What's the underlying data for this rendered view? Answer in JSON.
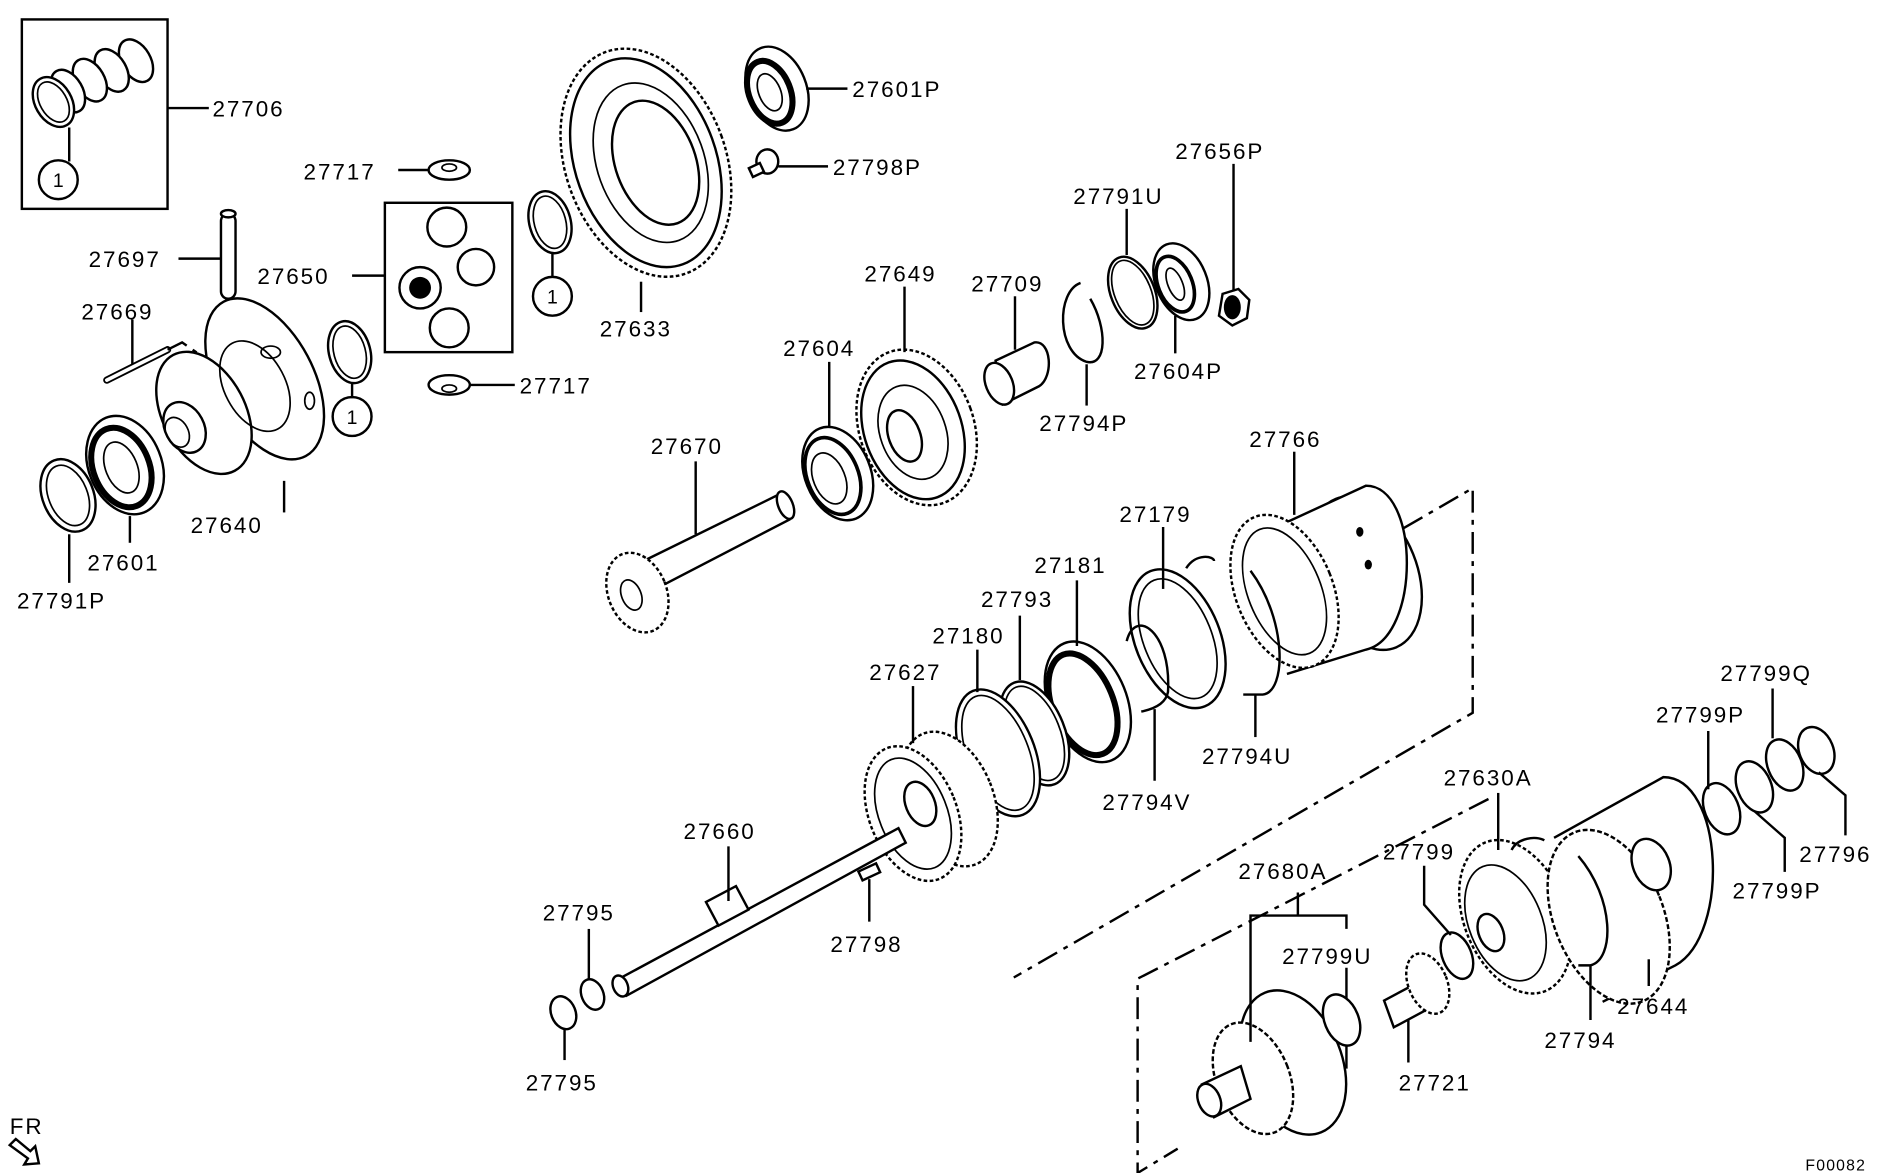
{
  "diagram": {
    "type": "exploded-parts-diagram",
    "subject": "Transaxle gears / differential",
    "figure_code": "F00082",
    "direction_indicator": "FR",
    "reference_callout": "1",
    "parts": [
      {
        "id": "p27706",
        "number": "27706"
      },
      {
        "id": "p27717a",
        "number": "27717"
      },
      {
        "id": "p27717b",
        "number": "27717"
      },
      {
        "id": "p27697",
        "number": "27697"
      },
      {
        "id": "p27650",
        "number": "27650"
      },
      {
        "id": "p27669",
        "number": "27669"
      },
      {
        "id": "p27601P",
        "number": "27601P"
      },
      {
        "id": "p27798P",
        "number": "27798P"
      },
      {
        "id": "p27633",
        "number": "27633"
      },
      {
        "id": "p27656P",
        "number": "27656P"
      },
      {
        "id": "p27791U",
        "number": "27791U"
      },
      {
        "id": "p27649",
        "number": "27649"
      },
      {
        "id": "p27709",
        "number": "27709"
      },
      {
        "id": "p27604",
        "number": "27604"
      },
      {
        "id": "p27604P",
        "number": "27604P"
      },
      {
        "id": "p27794P",
        "number": "27794P"
      },
      {
        "id": "p27670",
        "number": "27670"
      },
      {
        "id": "p27640",
        "number": "27640"
      },
      {
        "id": "p27601",
        "number": "27601"
      },
      {
        "id": "p27791P",
        "number": "27791P"
      },
      {
        "id": "p27766",
        "number": "27766"
      },
      {
        "id": "p27179",
        "number": "27179"
      },
      {
        "id": "p27181",
        "number": "27181"
      },
      {
        "id": "p27793",
        "number": "27793"
      },
      {
        "id": "p27180",
        "number": "27180"
      },
      {
        "id": "p27627",
        "number": "27627"
      },
      {
        "id": "p27794U",
        "number": "27794U"
      },
      {
        "id": "p27794V",
        "number": "27794V"
      },
      {
        "id": "p27799Q",
        "number": "27799Q"
      },
      {
        "id": "p27799Pa",
        "number": "27799P"
      },
      {
        "id": "p27796",
        "number": "27796"
      },
      {
        "id": "p27799Pb",
        "number": "27799P"
      },
      {
        "id": "p27630A",
        "number": "27630A"
      },
      {
        "id": "p27660",
        "number": "27660"
      },
      {
        "id": "p27799",
        "number": "27799"
      },
      {
        "id": "p27680A",
        "number": "27680A"
      },
      {
        "id": "p27799U",
        "number": "27799U"
      },
      {
        "id": "p27795a",
        "number": "27795"
      },
      {
        "id": "p27798",
        "number": "27798"
      },
      {
        "id": "p27644",
        "number": "27644"
      },
      {
        "id": "p27794",
        "number": "27794"
      },
      {
        "id": "p27721",
        "number": "27721"
      },
      {
        "id": "p27795b",
        "number": "27795"
      }
    ]
  }
}
